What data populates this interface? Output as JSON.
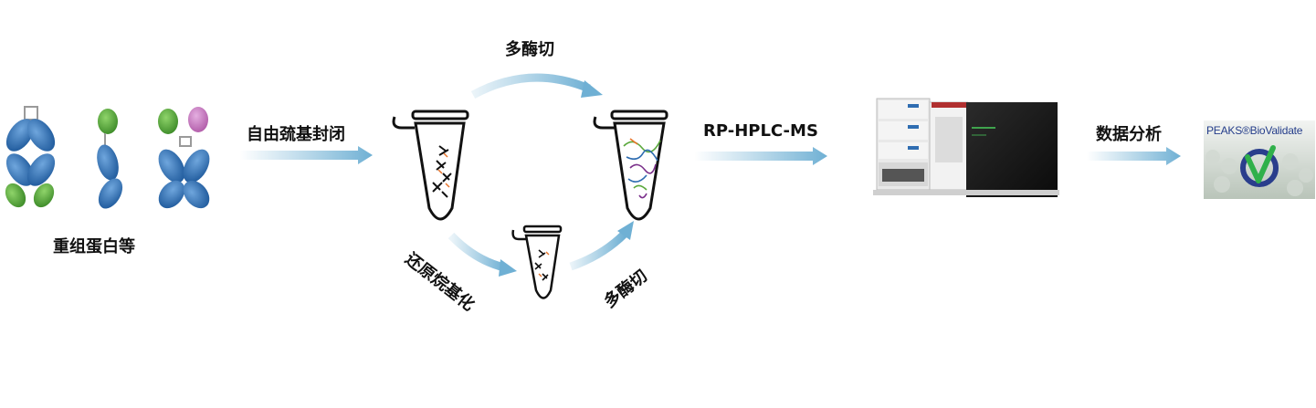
{
  "labels": {
    "recombinant_proteins": "重组蛋白等",
    "sulfhydryl_blocking": "自由巯基封闭",
    "multi_enzyme_top": "多酶切",
    "reduction_alkylation": "还原烷基化",
    "multi_enzyme_bottom": "多酶切",
    "rp_hplc_ms": "RP-HPLC-MS",
    "data_analysis": "数据分析"
  },
  "software": {
    "title": "PEAKS®BioValidate",
    "logo_icon": "checkmark-icon"
  },
  "colors": {
    "heavy_chain": "#2f6db1",
    "light_chain": "#5aa83c",
    "pink_domain": "#c77bc0",
    "arrow": "#7ab6d6",
    "disulfide": "#9a9a9a"
  },
  "icons": [
    "antibody-icon",
    "eppendorf-tube-icon",
    "mass-spectrometer-icon",
    "software-logo-icon"
  ]
}
